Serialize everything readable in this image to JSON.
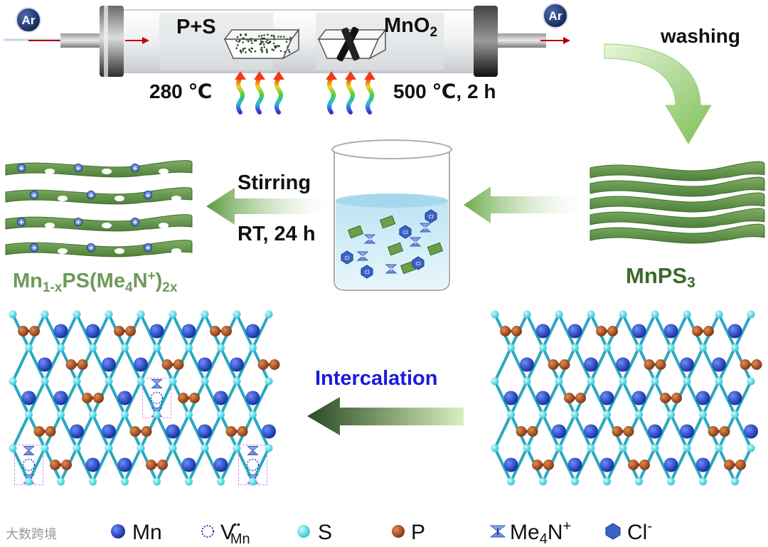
{
  "tube": {
    "gas_left": "Ar",
    "gas_right": "Ar",
    "precursor_label": "P+S",
    "oxide_label_main": "MnO",
    "oxide_label_sub": "2",
    "temp_left": "280 ℃",
    "temp_right": "500 ℃, 2 h"
  },
  "steps": {
    "washing": "washing",
    "stirring": "Stirring",
    "conditions": "RT, 24 h",
    "intercalation": "Intercalation"
  },
  "products": {
    "mnps3_main": "MnPS",
    "mnps3_sub": "3",
    "product_main1": "Mn",
    "product_sub1": "1-x",
    "product_main2": "PS(Me",
    "product_sub2": "4",
    "product_main3": "N",
    "product_sup3": "+",
    "product_main4": ")",
    "product_sub4": "2x"
  },
  "ion_symbols": {
    "cation_mark": "+",
    "anion_mark": "Cl"
  },
  "legend": {
    "mn": "Mn",
    "vacancy_main": "V",
    "vacancy_sup": "••",
    "vacancy_sub": "Mn",
    "s": "S",
    "p": "P",
    "me4n_main": "Me",
    "me4n_sub": "4",
    "me4n_rest": "N",
    "me4n_sup": "+",
    "cl_main": "Cl",
    "cl_sup": "-"
  },
  "watermark": "大数跨境",
  "colors": {
    "mn": "#1f3fbf",
    "s": "#4fd6e3",
    "p": "#a8501c",
    "sheet": "#6a9a4f",
    "sheet_dark": "#3f6b2e",
    "intercalation_text": "#1a1ae0",
    "product_text": "#6d9a58",
    "mnps3_text": "#3a6a2a"
  }
}
